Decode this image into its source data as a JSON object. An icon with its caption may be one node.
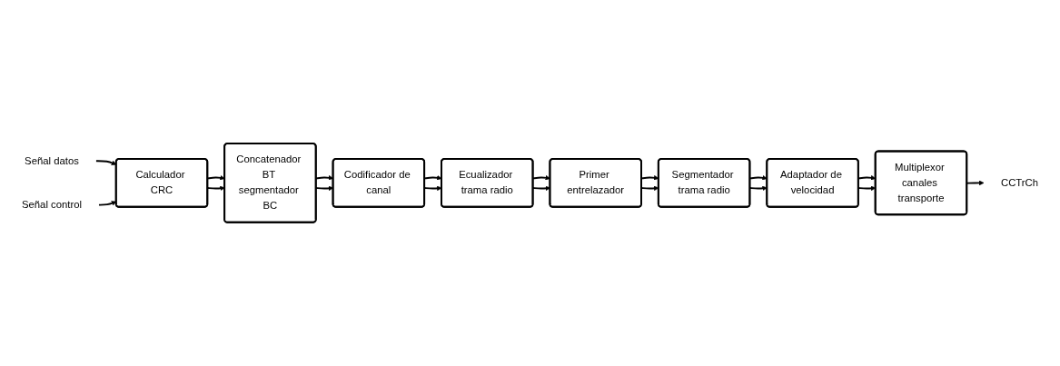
{
  "diagram": {
    "nodes": [
      {
        "text": [
          "Señal datos"
        ]
      },
      {
        "text": [
          "Señal control"
        ]
      },
      {
        "text": [
          "Calculador CRC"
        ]
      },
      {
        "text": [
          "Concatenador BT segmentador BC"
        ]
      },
      {
        "text": [
          "Codificador de canal"
        ]
      },
      {
        "text": [
          "Ecualizador trama radio"
        ]
      },
      {
        "text": [
          "Primer entrelazador"
        ]
      },
      {
        "text": [
          "Segmentador trama radio"
        ]
      },
      {
        "text": [
          "Adaptador de velocidad"
        ]
      },
      {
        "text": [
          "Multiplexor canales transporte"
        ]
      },
      {
        "text": [
          "CCTrCh"
        ]
      }
    ],
    "edges": [
      {
        "from": 0,
        "to": 2,
        "arrow": "to"
      },
      {
        "from": 1,
        "to": 2,
        "arrow": "to"
      },
      {
        "from": 2,
        "to": 3,
        "arrow": "to"
      },
      {
        "from": 2,
        "to": 3,
        "arrow": "to"
      },
      {
        "from": 3,
        "to": 4,
        "arrow": "to"
      },
      {
        "from": 3,
        "to": 4,
        "arrow": "to"
      },
      {
        "from": 4,
        "to": 5,
        "arrow": "to"
      },
      {
        "from": 4,
        "to": 5,
        "arrow": "to"
      },
      {
        "from": 5,
        "to": 6,
        "arrow": "to"
      },
      {
        "from": 5,
        "to": 6,
        "arrow": "to"
      },
      {
        "from": 6,
        "to": 7,
        "arrow": "to"
      },
      {
        "from": 6,
        "to": 7,
        "arrow": "to"
      },
      {
        "from": 7,
        "to": 8,
        "arrow": "to"
      },
      {
        "from": 7,
        "to": 8,
        "arrow": "to"
      },
      {
        "from": 8,
        "to": 9,
        "arrow": "to"
      },
      {
        "from": 8,
        "to": 9,
        "arrow": "to"
      },
      {
        "from": 9,
        "to": 10,
        "arrow": "to"
      }
    ]
  }
}
